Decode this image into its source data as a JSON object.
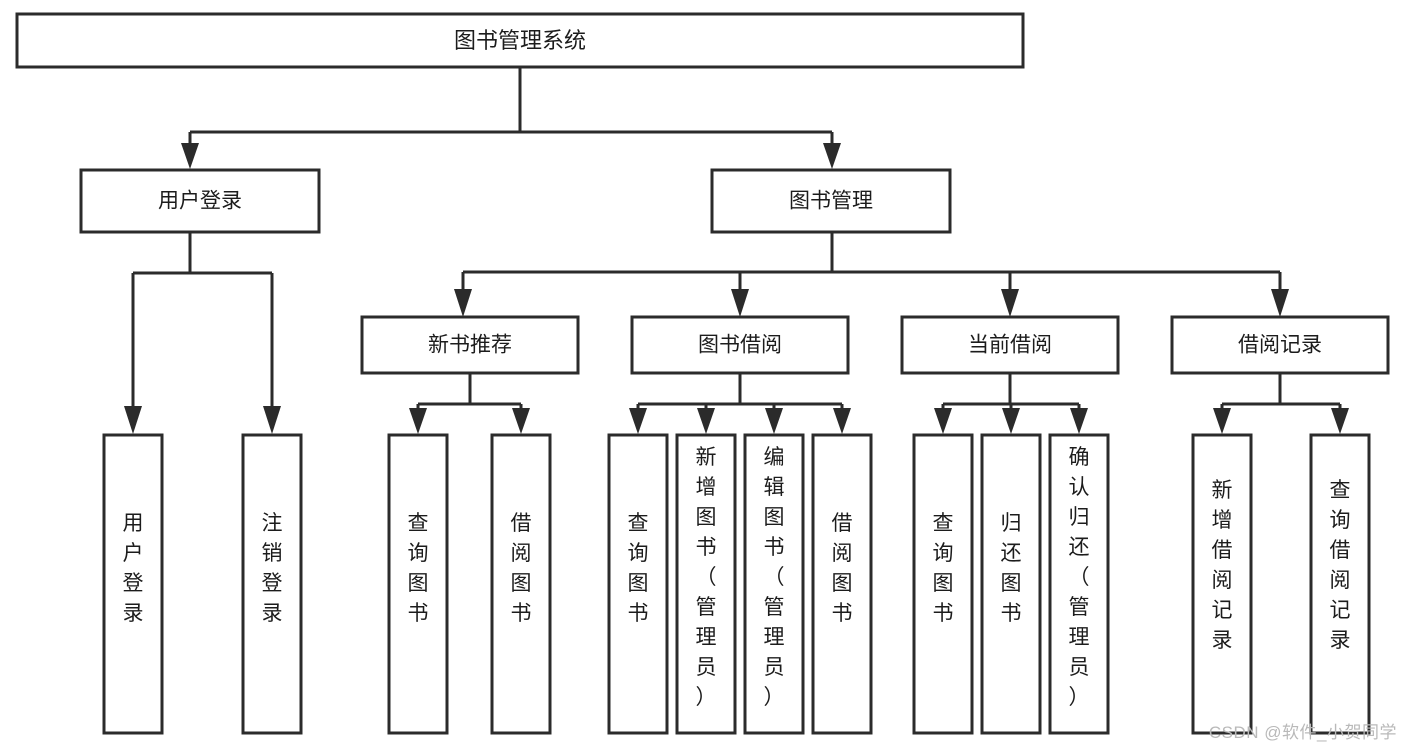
{
  "diagram": {
    "title": "图书管理系统",
    "type": "hierarchy-tree",
    "root": {
      "id": "root",
      "label": "图书管理系统"
    },
    "level2": [
      {
        "id": "user-login",
        "label": "用户登录"
      },
      {
        "id": "book-management",
        "label": "图书管理"
      }
    ],
    "level3": [
      {
        "id": "new-book-recommend",
        "label": "新书推荐",
        "parent": "book-management"
      },
      {
        "id": "book-borrow",
        "label": "图书借阅",
        "parent": "book-management"
      },
      {
        "id": "current-borrow",
        "label": "当前借阅",
        "parent": "book-management"
      },
      {
        "id": "borrow-record",
        "label": "借阅记录",
        "parent": "book-management"
      }
    ],
    "leaves": {
      "user-login": [
        {
          "id": "leaf-user-login",
          "label": "用户登录"
        },
        {
          "id": "leaf-logout-login",
          "label": "注销登录"
        }
      ],
      "new-book-recommend": [
        {
          "id": "leaf-query-book-1",
          "label": "查询图书"
        },
        {
          "id": "leaf-borrow-book-1",
          "label": "借阅图书"
        }
      ],
      "book-borrow": [
        {
          "id": "leaf-query-book-2",
          "label": "查询图书"
        },
        {
          "id": "leaf-add-book",
          "label": "新增图书（管理员）"
        },
        {
          "id": "leaf-edit-book",
          "label": "编辑图书（管理员）"
        },
        {
          "id": "leaf-borrow-book-2",
          "label": "借阅图书"
        }
      ],
      "current-borrow": [
        {
          "id": "leaf-query-book-3",
          "label": "查询图书"
        },
        {
          "id": "leaf-return-book",
          "label": "归还图书"
        },
        {
          "id": "leaf-confirm-return",
          "label": "确认归还（管理员）"
        }
      ],
      "borrow-record": [
        {
          "id": "leaf-add-record",
          "label": "新增借阅记录"
        },
        {
          "id": "leaf-query-record",
          "label": "查询借阅记录"
        }
      ]
    }
  },
  "watermark": {
    "text": "CSDN @软件_小贺同学"
  },
  "colors": {
    "stroke": "#2b2b2b",
    "box_fill": "#ffffff",
    "text": "#1c1c1c",
    "watermark": "#b9b9b9",
    "background": "#ffffff"
  }
}
